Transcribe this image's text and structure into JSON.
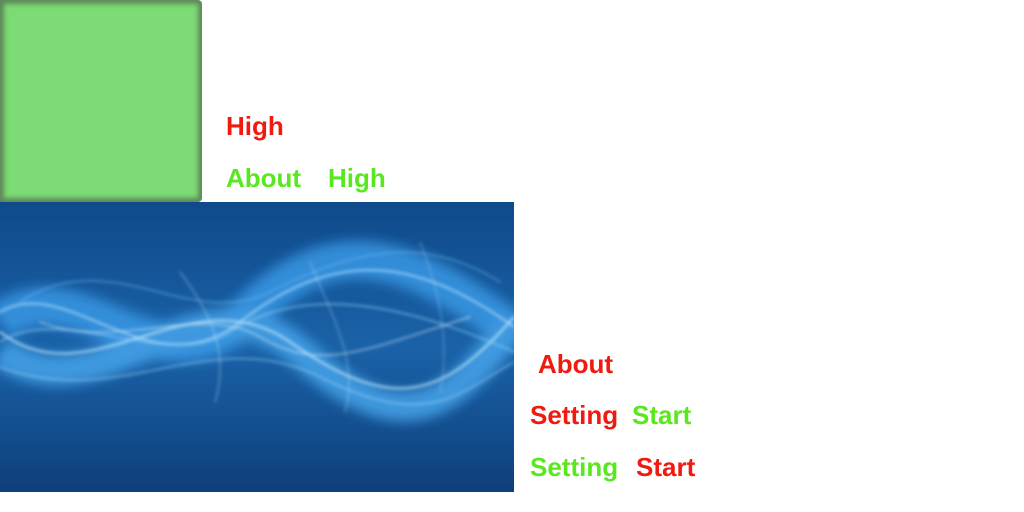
{
  "colors": {
    "red": "#ef1a10",
    "green": "#59e81f",
    "tile_fill": "#7cdb74",
    "banner_dark": "#0c3c78",
    "banner_mid": "#1a5c9e"
  },
  "top_menu": {
    "high_red": "High",
    "about_green": "About",
    "high_green": "High"
  },
  "right_menu": {
    "about_red": "About",
    "setting_red": "Setting",
    "start_green": "Start",
    "setting_green": "Setting",
    "start_red": "Start"
  }
}
